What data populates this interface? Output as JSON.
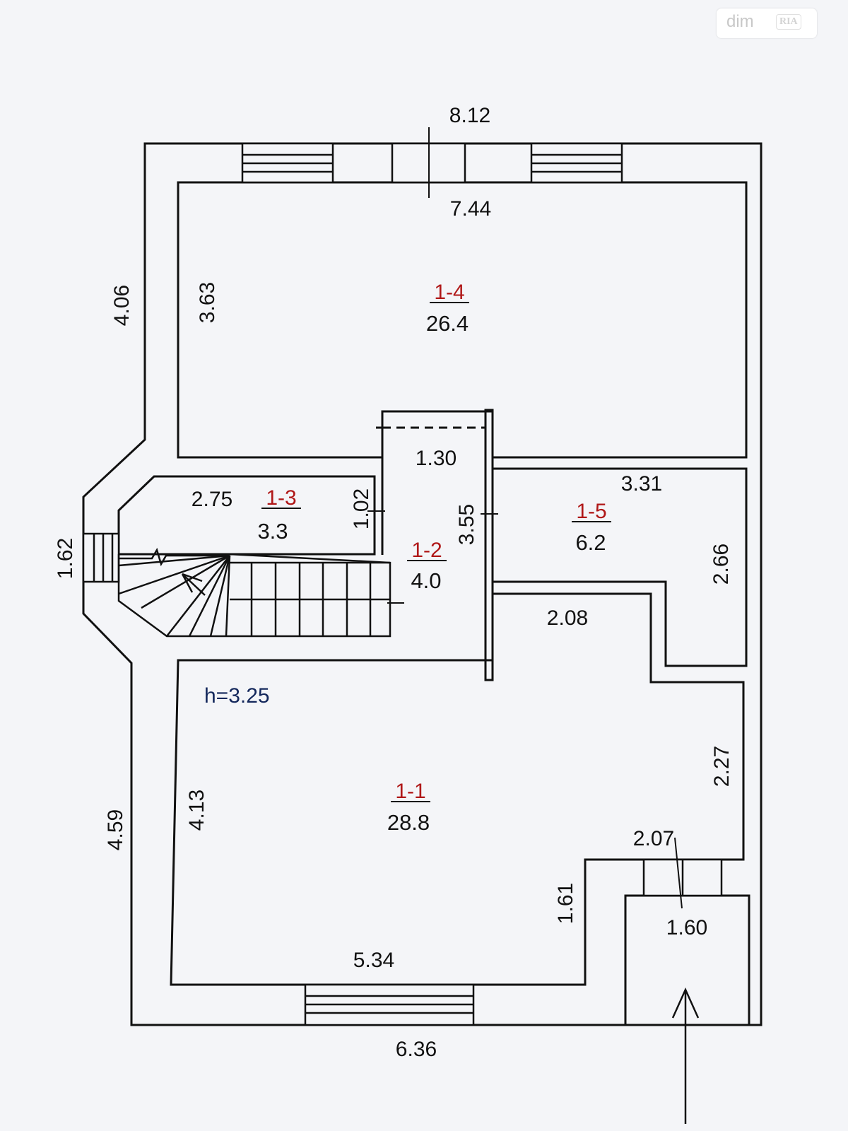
{
  "watermark": {
    "text": "dim",
    "badge": "RIA"
  },
  "ceiling_height": "h=3.25",
  "rooms": [
    {
      "id": "1-4",
      "area": "26.4"
    },
    {
      "id": "1-3",
      "area": "3.3"
    },
    {
      "id": "1-2",
      "area": "4.0"
    },
    {
      "id": "1-5",
      "area": "6.2"
    },
    {
      "id": "1-1",
      "area": "28.8"
    }
  ],
  "dimensions": {
    "top_outer": "8.12",
    "top_inner": "7.44",
    "left_upper_outer": "4.06",
    "left_upper_inner": "3.63",
    "corridor_width": "1.30",
    "room_1_5_width": "3.31",
    "room_1_3_length": "2.75",
    "room_1_3_width": "1.02",
    "corridor_length": "3.55",
    "bay_width": "1.62",
    "room_1_5_depth": "2.66",
    "step_width": "2.08",
    "right_lower": "2.27",
    "left_lower_inner": "4.13",
    "left_lower_outer": "4.59",
    "entry_width": "2.07",
    "entry_depth": "1.61",
    "porch_width": "1.60",
    "bottom_inner": "5.34",
    "bottom_outer": "6.36"
  }
}
